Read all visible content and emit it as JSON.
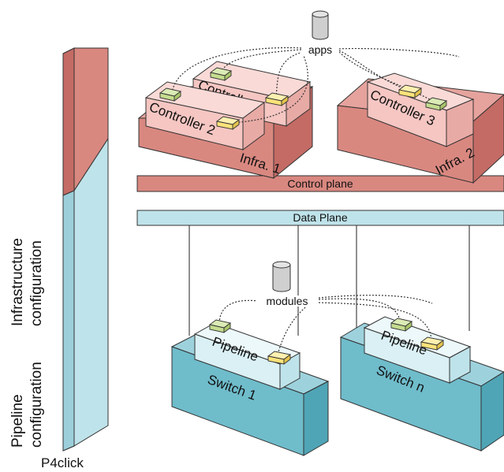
{
  "left_panel": {
    "pipeline_config_line1": "Pipeline",
    "pipeline_config_line2": "configuration",
    "infra_config_line1": "Infrastructure",
    "infra_config_line2": "configuration",
    "p4click_label": "P4click"
  },
  "control": {
    "apps_label": "apps",
    "controller_1": "Controller 1",
    "controller_2": "Controller 2",
    "controller_3": "Controller 3",
    "infra_1": "Infra. 1",
    "infra_2": "Infra. 2",
    "control_plane": "Control plane"
  },
  "data": {
    "data_plane": "Data Plane",
    "modules_label": "modules",
    "pipeline_1": "Pipeline",
    "pipeline_n": "Pipeline",
    "switch_1": "Switch 1",
    "switch_n": "Switch n"
  },
  "colors": {
    "infra_red": "#d98880",
    "controller_pink": "#f5c6c2",
    "plane_blue": "#bfe3ea",
    "switch_blue": "#6fbccb",
    "pipeline_light": "#daf0f4",
    "module_green": "#c5dc8f",
    "module_yellow": "#fbe27a",
    "db_gray": "#cfcfcf"
  }
}
